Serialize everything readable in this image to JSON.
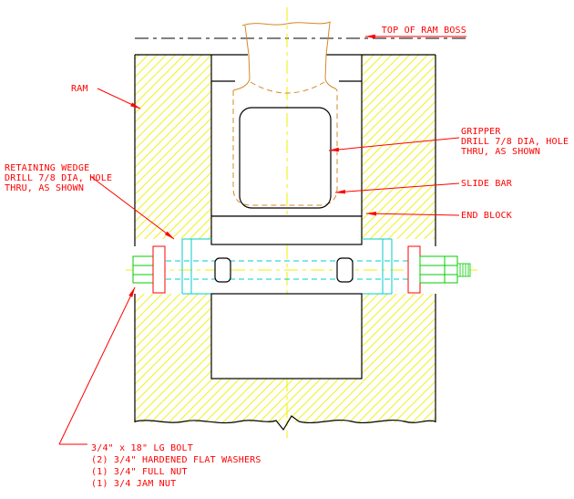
{
  "colors": {
    "background": "#ffffff",
    "annotation_red": "#ff0000",
    "washer_red": "#ff0000",
    "hatch_yellow": "#f0f000",
    "outline_black": "#000000",
    "gripper_orange": "#d4882a",
    "wedge_cyan": "#00cccc",
    "hardware_green": "#00cc00"
  },
  "drawing": {
    "annotations": {
      "top_of_ram_boss": "TOP OF RAM BOSS",
      "ram": "RAM",
      "gripper": [
        "GRIPPER",
        "DRILL 7/8 DIA, HOLE",
        "THRU, AS SHOWN"
      ],
      "slide_bar": "SLIDE BAR",
      "end_block": "END BLOCK",
      "retaining_wedge": [
        "RETAINING WEDGE",
        "DRILL 7/8 DIA, HOLE",
        "THRU, AS SHOWN"
      ],
      "bolt_note": [
        "3/4\" x 18\" LG  BOLT",
        "(2) 3/4\" HARDENED FLAT WASHERS",
        "(1) 3/4\" FULL NUT",
        "(1) 3/4 JAM NUT"
      ]
    }
  }
}
